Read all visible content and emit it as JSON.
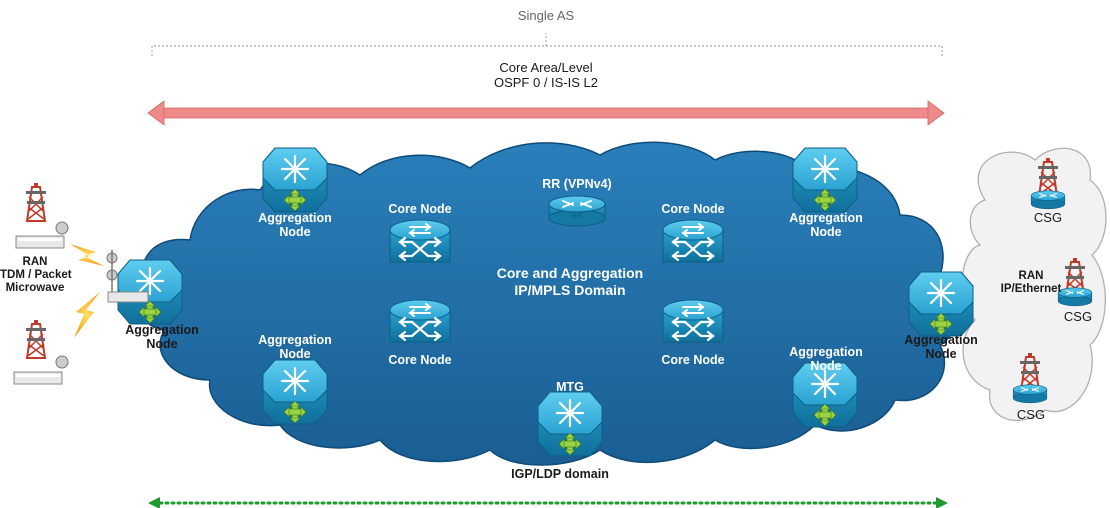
{
  "top": {
    "single_as": "Single AS",
    "core_area_line1": "Core Area/Level",
    "core_area_line2": "OSPF 0 / IS-IS L2"
  },
  "domain": {
    "line1": "Core and Aggregation",
    "line2": "IP/MPLS Domain"
  },
  "bottom": {
    "igp_ldp": "IGP/LDP domain"
  },
  "nodes": {
    "agg_tl": [
      "Aggregation",
      "Node"
    ],
    "agg_tr": [
      "Aggregation",
      "Node"
    ],
    "agg_bl": [
      "Aggregation",
      "Node"
    ],
    "agg_br": [
      "Aggregation",
      "Node"
    ],
    "agg_left": [
      "Aggregation",
      "Node"
    ],
    "agg_right": [
      "Aggregation",
      "Node"
    ],
    "core_tl": "Core Node",
    "core_tr": "Core Node",
    "core_bl": "Core Node",
    "core_br": "Core Node",
    "rr": "RR (VPNv4)",
    "rr_badge": "RR",
    "mtg": "MTG"
  },
  "left_ran": [
    "RAN",
    "TDM / Packet",
    "Microwave"
  ],
  "right_ran": [
    "RAN",
    "IP/Ethernet"
  ],
  "csg": [
    "CSG",
    "CSG",
    "CSG"
  ],
  "colors": {
    "cloud": "#1f6fa8",
    "cloud_edge": "#0f4a78",
    "device": "#2aa7d6",
    "core_arrow": "#ee8a8a",
    "igp_arrow": "#1f9a2e",
    "right_cloud": "#f0f0f0"
  }
}
